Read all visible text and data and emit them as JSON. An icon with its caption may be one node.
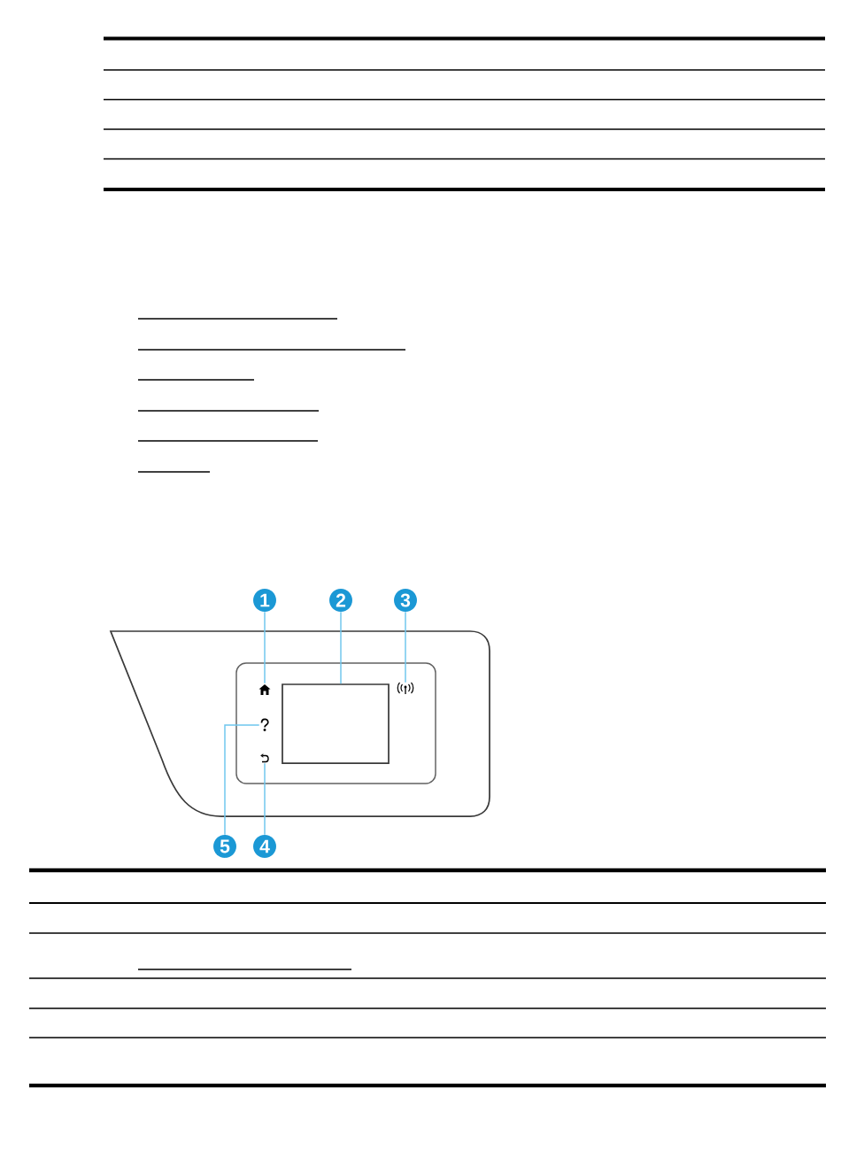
{
  "diagram": {
    "nodes": [
      {
        "text": [
          "1"
        ]
      },
      {
        "text": [
          "2"
        ]
      },
      {
        "text": [
          "3"
        ]
      },
      {
        "text": [],
        "shape": "picture"
      },
      {
        "text": [],
        "shape": "box"
      },
      {
        "text": [],
        "shape": "picture"
      },
      {
        "text": [],
        "shape": "picture"
      },
      {
        "text": [],
        "shape": "picture"
      },
      {
        "text": [
          "5"
        ]
      },
      {
        "text": [
          "4"
        ]
      }
    ],
    "edges": [
      {
        "from": 0,
        "to": 3,
        "arrow": "none"
      },
      {
        "from": 1,
        "to": 4,
        "arrow": "none"
      },
      {
        "from": 2,
        "to": 5,
        "arrow": "none"
      },
      {
        "from": 8,
        "to": 6,
        "arrow": "none"
      },
      {
        "from": 9,
        "to": 7,
        "arrow": "none"
      }
    ]
  }
}
